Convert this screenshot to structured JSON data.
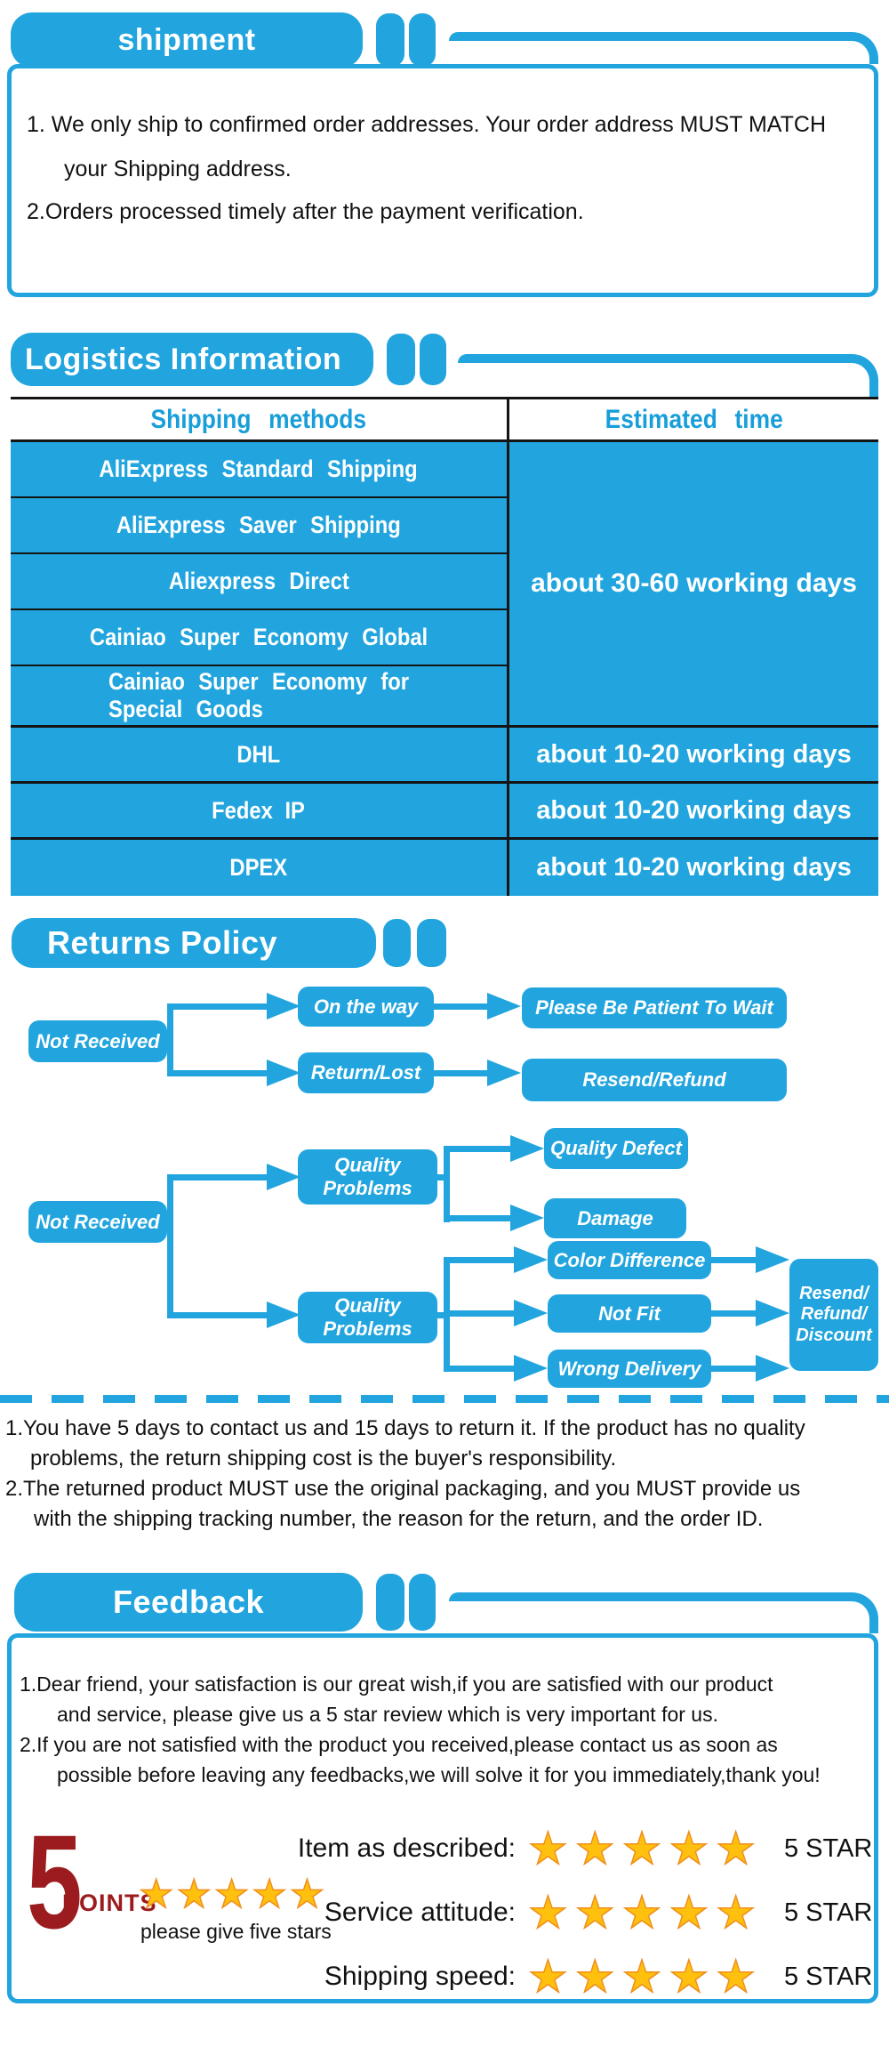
{
  "colors": {
    "blue": "#22a5de",
    "dark_red": "#9b1b1e",
    "grid_line": "#141414",
    "star_gold": "#ffc10d"
  },
  "shipment": {
    "title": "shipment",
    "line1": "1. We only ship to confirmed order addresses. Your order address MUST MATCH",
    "line2": "your Shipping address.",
    "line3": "2.Orders processed timely after the payment verification."
  },
  "logistics": {
    "title": "Logistics Information",
    "table": {
      "header": {
        "methods": "Shipping methods",
        "time": "Estimated time"
      },
      "standard_rows": [
        "AliExpress Standard Shipping",
        "AliExpress Saver Shipping",
        "Aliexpress Direct",
        "Cainiao Super Economy Global",
        "Cainiao Super Economy for\nSpecial Goods"
      ],
      "standard_time": "about 30-60 working days",
      "express_rows": [
        {
          "method": "DHL",
          "time": "about 10-20 working days"
        },
        {
          "method": "Fedex IP",
          "time": "about 10-20 working days"
        },
        {
          "method": "DPEX",
          "time": "about 10-20 working days"
        }
      ]
    }
  },
  "returns": {
    "title": "Returns Policy",
    "flow": {
      "not_received_1": "Not Received",
      "on_the_way": "On the way",
      "be_patient": "Please Be Patient To Wait",
      "return_lost": "Return/Lost",
      "resend_refund": "Resend/Refund",
      "not_received_2": "Not Received",
      "quality_problems_1": "Quality\nProblems",
      "quality_defect": "Quality Defect",
      "damage": "Damage",
      "quality_problems_2": "Quality\nProblems",
      "color_difference": "Color Difference",
      "not_fit": "Not Fit",
      "wrong_delivery": "Wrong Delivery",
      "resend_refund_discount": "Resend/\nRefund/\nDiscount"
    },
    "note1": "1.You have 5 days to contact us and 15 days to return it. If the product has no quality",
    "note2": "problems, the return shipping cost is the buyer's responsibility.",
    "note3": "2.The returned product MUST use the original packaging, and you MUST provide us",
    "note4": "with the shipping tracking number, the reason for the return, and the order ID."
  },
  "feedback": {
    "title": "Feedback",
    "line1": "1.Dear friend, your satisfaction is our great wish,if you are satisfied with our product",
    "line2": "and service, please give us a 5 star review which is very important for us.",
    "line3": "2.If you are not satisfied with the product you received,please contact us as soon as",
    "line4": "possible before leaving any feedbacks,we will solve it for you immediately,thank you!",
    "points": {
      "number": "5",
      "label": "POINTS",
      "stars": "★★★★★",
      "hint": "please give five stars"
    },
    "ratings": [
      {
        "label": "Item as described:",
        "stars": "★★★★★",
        "value": "5 STAR"
      },
      {
        "label": "Service attitude:",
        "stars": "★★★★★",
        "value": "5 STAR"
      },
      {
        "label": "Shipping speed:",
        "stars": "★★★★★",
        "value": "5 STAR"
      }
    ]
  }
}
